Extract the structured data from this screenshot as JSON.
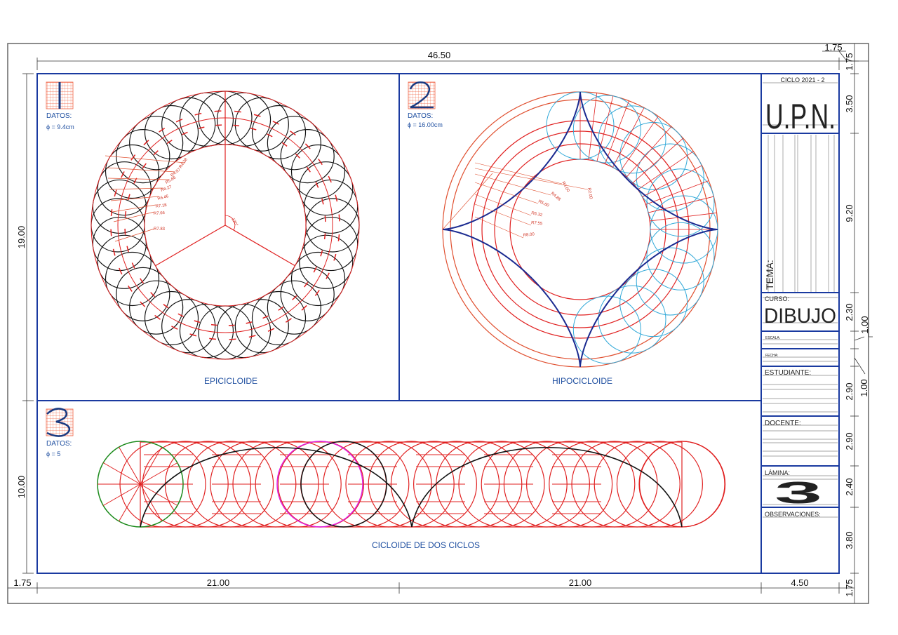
{
  "sheet": {
    "dimensions": {
      "top_total": "46.50",
      "top_right_margin": "1.75",
      "right_top_margin": "1.75",
      "left_height_top": "19.00",
      "left_height_bottom": "10.00",
      "bottom_left_margin": "1.75",
      "bottom_width_1": "21.00",
      "bottom_width_2": "21.00",
      "bottom_width_3": "4.50",
      "right_bottom_margin": "1.75",
      "right_segments": [
        "3.50",
        "9.20",
        "2.30",
        "2.90",
        "2.90",
        "2.40",
        "3.80"
      ],
      "right_callouts": [
        "1.00",
        "1.00"
      ]
    },
    "colors": {
      "frame": "#1a3aa0",
      "construction": "#e02020",
      "curve": "#000000",
      "hypo_curve": "#1a2a90",
      "hypo_circles": "#30a8d8",
      "start_circle": "#1a8a1a",
      "highlight_circle": "#e020e0",
      "label": "#1f4fa0"
    }
  },
  "panels": [
    {
      "number": "1",
      "datos_label": "DATOS:",
      "datos_value": "ϕ = 9.4cm",
      "title": "EPICICLOIDE",
      "radii_labels": [
        "R4.38",
        "R4.87",
        "R5.66",
        "R6.27",
        "R6.46",
        "R7.18",
        "R7.66",
        "R7.83"
      ],
      "angle_label": "120°"
    },
    {
      "number": "2",
      "datos_label": "DATOS:",
      "datos_value": "ϕ = 16.00cm",
      "title": "HIPOCICLOIDE",
      "radii_labels": [
        "R2.00",
        "R4.00",
        "R4.88",
        "R5.60",
        "R6.32",
        "R7.55",
        "R8.00"
      ]
    },
    {
      "number": "3",
      "datos_label": "DATOS:",
      "datos_value": "ϕ = 5",
      "title": "CICLOIDE DE DOS CICLOS"
    }
  ],
  "title_block": {
    "ciclo": "CICLO   2021 - 2",
    "institution": "U.P.N.",
    "tema_label": "TEMA:",
    "curso_label": "CURSO:",
    "curso_value": "DIBUJO",
    "escala_label": "ESCALA:",
    "fecha_label": "FECHA:",
    "estudiante_label": "ESTUDIANTE:",
    "docente_label": "DOCENTE:",
    "lamina_label": "LÁMINA:",
    "lamina_value": "3",
    "observaciones_label": "OBSERVACIONES:"
  }
}
